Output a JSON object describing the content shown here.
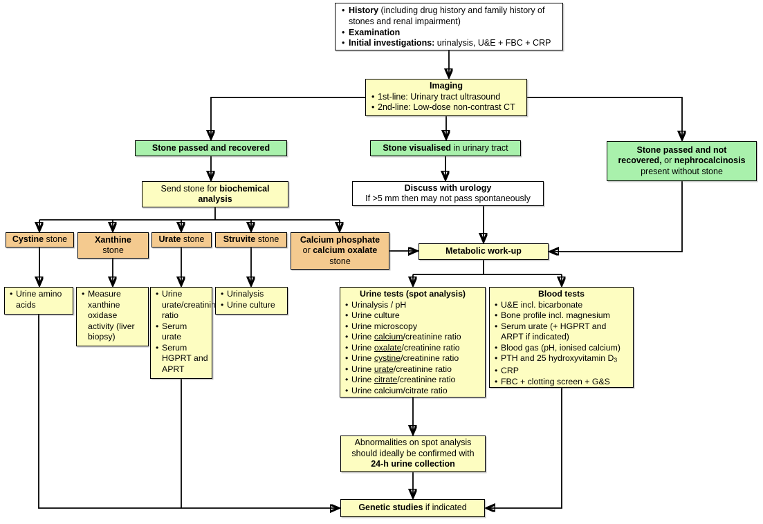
{
  "colors": {
    "yellow": "#FDFDC1",
    "green": "#A9F1AC",
    "tan": "#F4CA8F",
    "white": "#FFFFFF",
    "line": "#000000"
  },
  "history_box": {
    "items": [
      [
        {
          "t": "History",
          "b": 1
        },
        {
          "t": " (including drug history and family history of stones and renal impairment)"
        }
      ],
      [
        {
          "t": "Examination",
          "b": 1
        }
      ],
      [
        {
          "t": "Initial investigations:",
          "b": 1
        },
        {
          "t": " urinalysis, U&E + FBC + CRP"
        }
      ]
    ]
  },
  "imaging_box": {
    "title": "Imaging",
    "items": [
      [
        {
          "t": "1st-line: Urinary tract ultrasound"
        }
      ],
      [
        {
          "t": "2nd-line: Low-dose non-contrast CT"
        }
      ]
    ]
  },
  "stone_recovered": [
    {
      "t": "Stone passed and recovered",
      "b": 1
    }
  ],
  "stone_visualised": [
    {
      "t": "Stone visualised",
      "b": 1
    },
    {
      "t": " in urinary tract"
    }
  ],
  "stone_not_recovered": [
    {
      "t": "Stone passed and not",
      "b": 1
    },
    {
      "br": 1
    },
    {
      "t": "recovered,",
      "b": 1
    },
    {
      "t": " or "
    },
    {
      "t": "nephrocalcinosis",
      "b": 1
    },
    {
      "br": 1
    },
    {
      "t": "present without stone"
    }
  ],
  "send_stone": [
    {
      "t": "Send stone for "
    },
    {
      "t": "biochemical",
      "b": 1
    },
    {
      "br": 1
    },
    {
      "t": "analysis",
      "b": 1
    }
  ],
  "discuss_urology": {
    "title": [
      {
        "t": "Discuss with urology",
        "b": 1
      }
    ],
    "subtitle": [
      {
        "t": "If >5 mm then may not pass spontaneously"
      }
    ]
  },
  "stone_types": {
    "cystine": [
      {
        "t": "Cystine",
        "b": 1
      },
      {
        "t": " stone"
      }
    ],
    "xanthine": [
      {
        "t": "Xanthine",
        "b": 1
      },
      {
        "br": 1
      },
      {
        "t": "stone"
      }
    ],
    "urate": [
      {
        "t": "Urate",
        "b": 1
      },
      {
        "t": " stone"
      }
    ],
    "struvite": [
      {
        "t": "Struvite",
        "b": 1
      },
      {
        "t": " stone"
      }
    ],
    "calcium": [
      {
        "t": "Calcium phosphate",
        "b": 1
      },
      {
        "br": 1
      },
      {
        "t": "or "
      },
      {
        "t": "calcium oxalate",
        "b": 1
      },
      {
        "br": 1
      },
      {
        "t": "stone"
      }
    ]
  },
  "metabolic_workup": [
    {
      "t": "Metabolic work-up",
      "b": 1
    }
  ],
  "cystine_tests": {
    "items": [
      [
        {
          "t": "Urine amino acids"
        }
      ]
    ]
  },
  "xanthine_tests": {
    "items": [
      [
        {
          "t": "Measure xanthine oxidase activity (liver biopsy)"
        }
      ]
    ]
  },
  "urate_tests": {
    "items": [
      [
        {
          "t": "Urine urate/creatinine ratio"
        }
      ],
      [
        {
          "t": "Serum urate"
        }
      ],
      [
        {
          "t": "Serum HGPRT and APRT"
        }
      ]
    ]
  },
  "struvite_tests": {
    "items": [
      [
        {
          "t": "Urinalysis"
        }
      ],
      [
        {
          "t": "Urine culture"
        }
      ]
    ]
  },
  "urine_tests": {
    "title": [
      {
        "t": "Urine tests (spot analysis)",
        "b": 1
      }
    ],
    "items": [
      [
        {
          "t": "Urinalysis / pH"
        }
      ],
      [
        {
          "t": "Urine culture"
        }
      ],
      [
        {
          "t": "Urine microscopy"
        }
      ],
      [
        {
          "t": "Urine "
        },
        {
          "t": "calcium",
          "u": 1
        },
        {
          "t": "/creatinine ratio"
        }
      ],
      [
        {
          "t": "Urine "
        },
        {
          "t": "oxalate",
          "u": 1
        },
        {
          "t": "/creatinine ratio"
        }
      ],
      [
        {
          "t": "Urine "
        },
        {
          "t": "cystine",
          "u": 1
        },
        {
          "t": "/creatinine ratio"
        }
      ],
      [
        {
          "t": "Urine "
        },
        {
          "t": "urate",
          "u": 1
        },
        {
          "t": "/creatinine ratio"
        }
      ],
      [
        {
          "t": "Urine "
        },
        {
          "t": "citrate",
          "u": 1
        },
        {
          "t": "/creatinine ratio"
        }
      ],
      [
        {
          "t": "Urine calcium/citrate ratio"
        }
      ]
    ]
  },
  "blood_tests": {
    "title": [
      {
        "t": "Blood tests",
        "b": 1
      }
    ],
    "items": [
      [
        {
          "t": "U&E incl. bicarbonate"
        }
      ],
      [
        {
          "t": "Bone profile incl. magnesium"
        }
      ],
      [
        {
          "t": "Serum urate (+ HGPRT and ARPT if indicated)"
        }
      ],
      [
        {
          "t": "Blood gas (pH, ionised calcium)"
        }
      ],
      [
        {
          "t": "PTH and 25 hydroxyvitamin D"
        },
        {
          "t": "3",
          "sub": 1
        }
      ],
      [
        {
          "t": "CRP"
        }
      ],
      [
        {
          "t": "FBC + clotting screen + G&S"
        }
      ]
    ]
  },
  "abnormalities": [
    {
      "t": "Abnormalities on spot analysis",
      "br_after": 0
    },
    {
      "br": 1
    },
    {
      "t": "should ideally be confirmed with"
    },
    {
      "br": 1
    },
    {
      "t": "24-h urine collection",
      "b": 1
    }
  ],
  "genetic_studies": [
    {
      "t": "Genetic studies",
      "b": 1
    },
    {
      "t": " if indicated"
    }
  ]
}
